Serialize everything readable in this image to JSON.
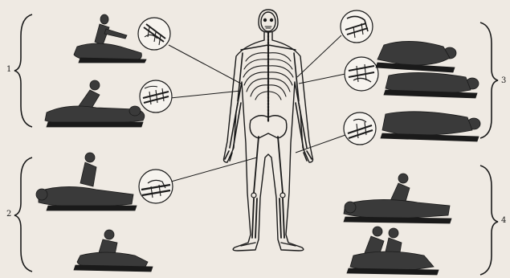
{
  "groups": [
    {
      "number": "1"
    },
    {
      "number": "2"
    },
    {
      "number": "3"
    },
    {
      "number": "4"
    }
  ],
  "colors": {
    "background": "#efeae3",
    "ink": "#1a1a1a",
    "figure_shade": "#3a3a3a"
  }
}
